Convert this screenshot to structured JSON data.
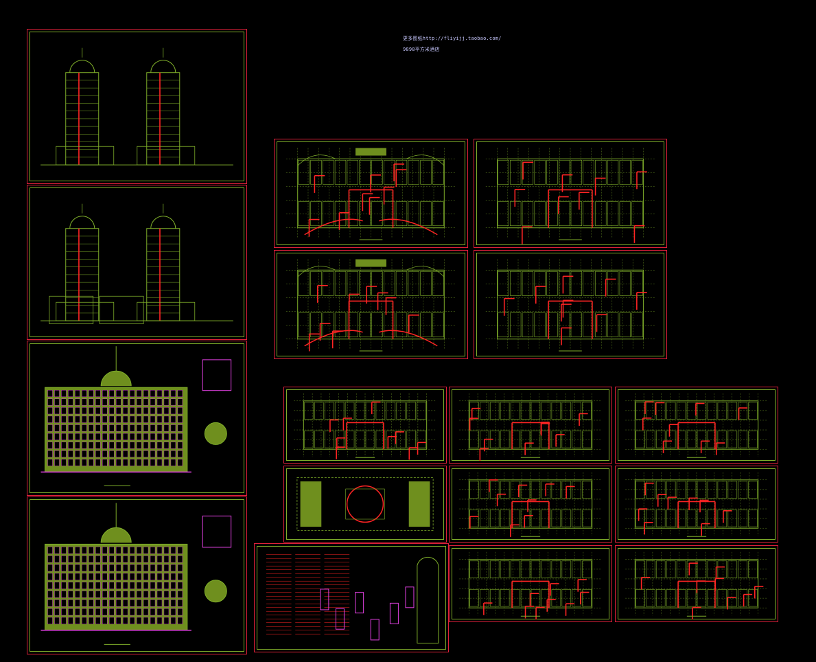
{
  "header_notes": {
    "line1": "更多图纸http://fliyijj.taobao.com/",
    "line2": "9898平方米酒店"
  },
  "palette": {
    "background": "#000000",
    "frame": "#e0203a",
    "wall": "#ff2424",
    "line": "#7fae2a",
    "fill": "#6f8f1e",
    "accent": "#e040e0",
    "text": "#c8c8ff"
  },
  "sheets": [
    {
      "id": "section-a",
      "kind": "section"
    },
    {
      "id": "section-b",
      "kind": "section-detail"
    },
    {
      "id": "elevation-front",
      "kind": "elevation"
    },
    {
      "id": "elevation-rear",
      "kind": "elevation"
    },
    {
      "id": "plan-1",
      "kind": "plan"
    },
    {
      "id": "plan-2",
      "kind": "plan"
    },
    {
      "id": "plan-3",
      "kind": "plan"
    },
    {
      "id": "plan-4",
      "kind": "plan"
    },
    {
      "id": "plan-5",
      "kind": "plan"
    },
    {
      "id": "plan-6",
      "kind": "plan"
    },
    {
      "id": "plan-7",
      "kind": "plan"
    },
    {
      "id": "roof-plan",
      "kind": "roof"
    },
    {
      "id": "plan-8",
      "kind": "plan"
    },
    {
      "id": "plan-9",
      "kind": "plan"
    },
    {
      "id": "schedule",
      "kind": "schedule"
    },
    {
      "id": "plan-10",
      "kind": "plan"
    },
    {
      "id": "plan-11",
      "kind": "plan"
    }
  ]
}
